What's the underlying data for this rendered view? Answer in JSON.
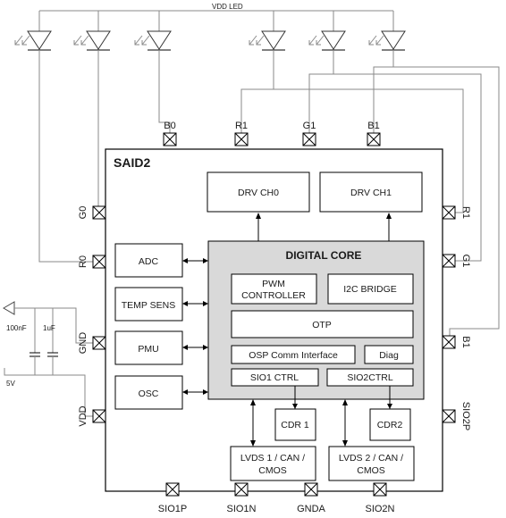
{
  "labels": {
    "vdd_led": "VDD LED",
    "chip_name": "SAID2",
    "digital_core": "DIGITAL CORE"
  },
  "blocks": {
    "drv_ch0": "DRV CH0",
    "drv_ch1": "DRV CH1",
    "adc": "ADC",
    "temp_sens": "TEMP SENS",
    "pmu": "PMU",
    "osc": "OSC",
    "pwm_line1": "PWM",
    "pwm_line2": "CONTROLLER",
    "i2c_bridge": "I2C BRIDGE",
    "otp": "OTP",
    "osp_comm": "OSP Comm Interface",
    "diag": "Diag",
    "sio1_ctrl": "SIO1 CTRL",
    "sio2_ctrl": "SIO2CTRL",
    "cdr1": "CDR 1",
    "cdr2": "CDR2",
    "lvds1_line1": "LVDS 1 / CAN /",
    "lvds1_line2": "CMOS",
    "lvds2_line1": "LVDS 2 / CAN /",
    "lvds2_line2": "CMOS"
  },
  "pins": {
    "top": [
      "B0",
      "R1",
      "G1",
      "B1"
    ],
    "left": [
      "G0",
      "R0",
      "GND",
      "VDD"
    ],
    "right": [
      "R1",
      "G1",
      "B1",
      "SIO2P"
    ],
    "bottom": [
      "SIO1P",
      "SIO1N",
      "GNDA",
      "SIO2N"
    ]
  },
  "caps": {
    "c1": "100nF",
    "c2": "1uF",
    "supply": "5V"
  }
}
